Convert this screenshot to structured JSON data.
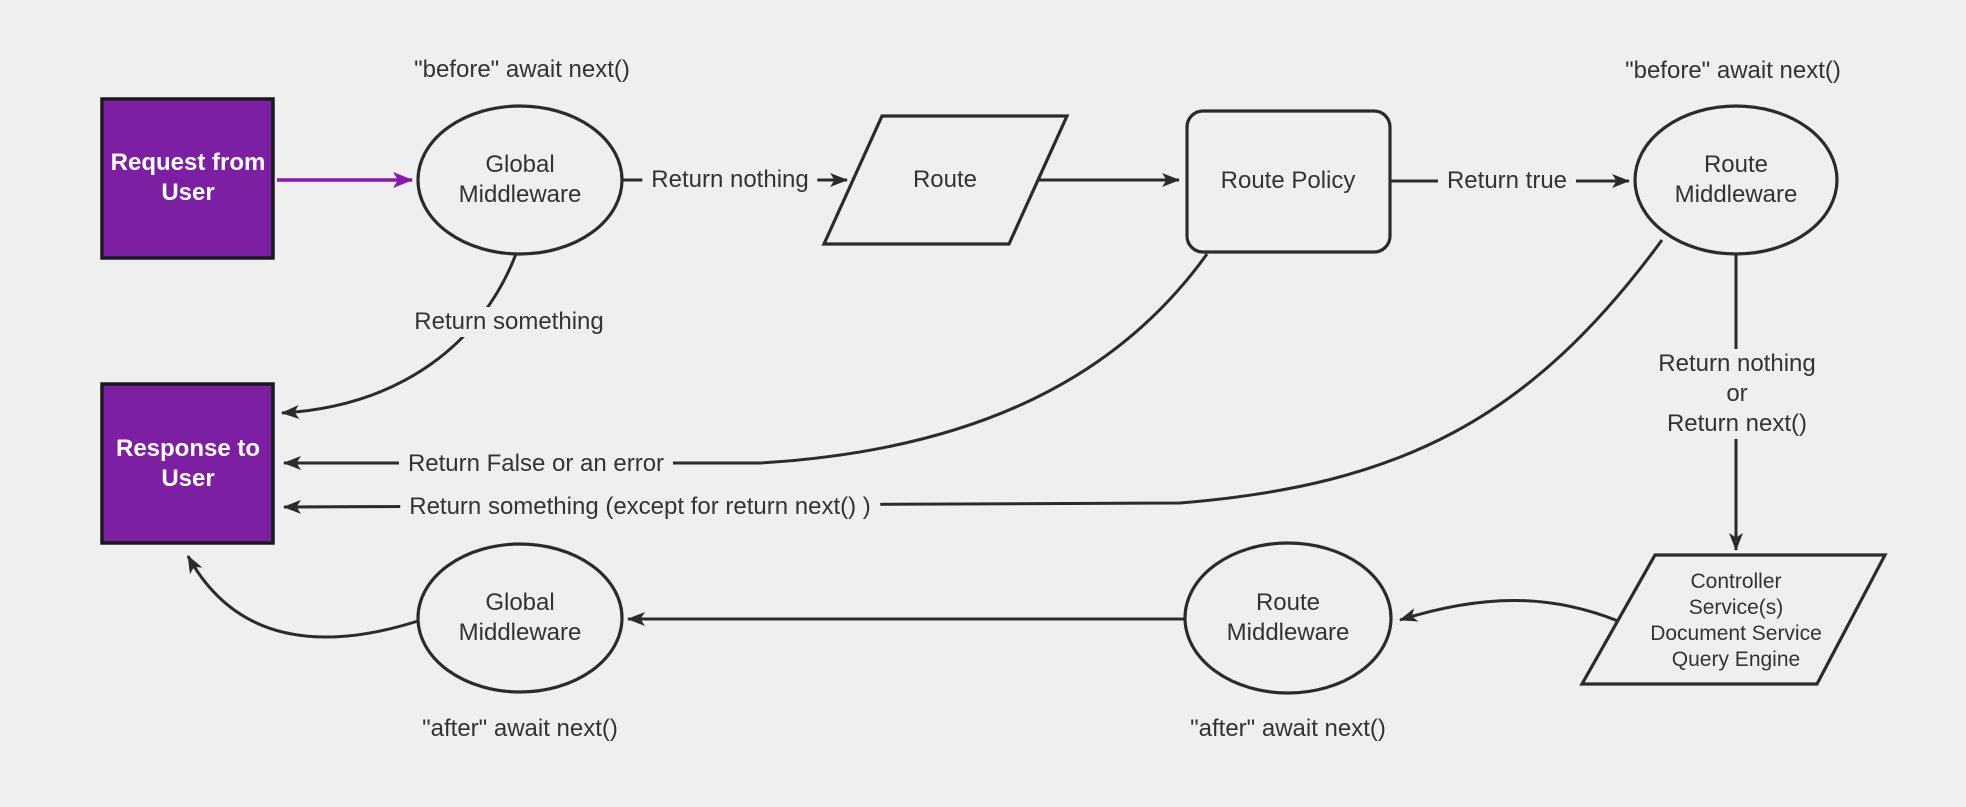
{
  "colors": {
    "background": "#efefef",
    "node_fill": "#efefef",
    "stroke": "#2b2b2b",
    "text": "#333333",
    "purple_fill": "#7d1fa2",
    "purple_border": "#1a1a1a",
    "purple_arrow": "#8718ab",
    "light_text": "#ffffff"
  },
  "nodes": {
    "request": "Request from\nUser",
    "global_middleware_top": "Global\nMiddleware",
    "route": "Route",
    "route_policy": "Route Policy",
    "route_middleware_top": "Route\nMiddleware",
    "controller_services": "Controller\nService(s)\nDocument Service\nQuery Engine",
    "route_middleware_bottom": "Route\nMiddleware",
    "global_middleware_bottom": "Global\nMiddleware",
    "response": "Response to\nUser"
  },
  "edge_labels": {
    "before_global": "\"before\" await next()",
    "before_route": "\"before\" await next()",
    "after_global": "\"after\" await next()",
    "after_route": "\"after\" await next()",
    "return_nothing": "Return nothing",
    "return_true": "Return true",
    "return_nothing_or_next": "Return nothing\nor\nReturn next()",
    "return_something": "Return something",
    "return_false_or_error": "Return False or an error",
    "return_something_except": "Return something (except for return next() )"
  }
}
